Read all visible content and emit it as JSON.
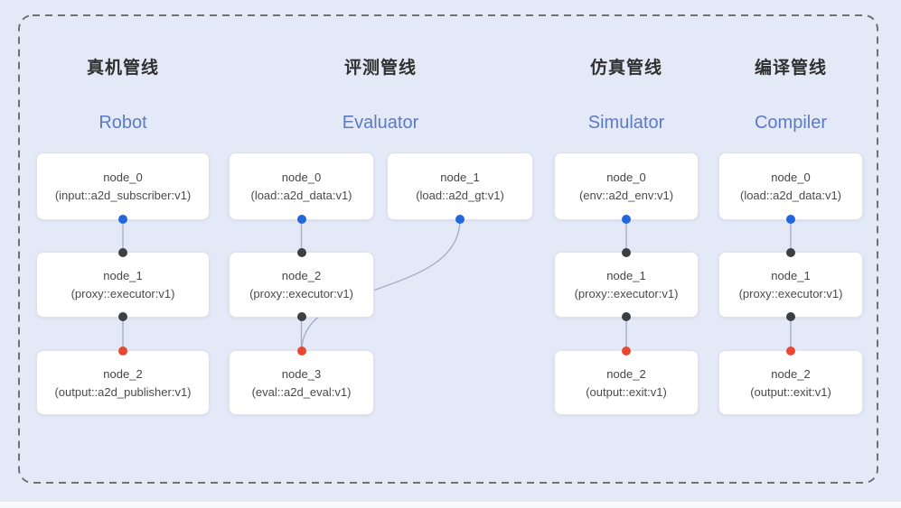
{
  "diagram": {
    "type": "pipeline-graph",
    "colors": {
      "background": "#e4e9f7",
      "frame_dash": "#717171",
      "node_fill": "#ffffff",
      "node_border": "#e1e2e8",
      "edge_line": "#9fadc4",
      "port_blue": "#2166dc",
      "port_dark": "#3d4043",
      "port_red": "#e8482f",
      "title_cn_color": "#303030",
      "title_en_color": "#5c7bc2"
    },
    "pipelines": [
      {
        "title_cn": "真机管线",
        "title_en": "Robot",
        "nodes": [
          {
            "name": "node_0",
            "type": "(input::a2d_subscriber:v1)"
          },
          {
            "name": "node_1",
            "type": "(proxy::executor:v1)"
          },
          {
            "name": "node_2",
            "type": "(output::a2d_publisher:v1)"
          }
        ]
      },
      {
        "title_cn": "评测管线",
        "title_en": "Evaluator",
        "nodes": [
          {
            "name": "node_0",
            "type": "(load::a2d_data:v1)"
          },
          {
            "name": "node_1",
            "type": "(load::a2d_gt:v1)"
          },
          {
            "name": "node_2",
            "type": "(proxy::executor:v1)"
          },
          {
            "name": "node_3",
            "type": "(eval::a2d_eval:v1)"
          }
        ]
      },
      {
        "title_cn": "仿真管线",
        "title_en": "Simulator",
        "nodes": [
          {
            "name": "node_0",
            "type": "(env::a2d_env:v1)"
          },
          {
            "name": "node_1",
            "type": "(proxy::executor:v1)"
          },
          {
            "name": "node_2",
            "type": "(output::exit:v1)"
          }
        ]
      },
      {
        "title_cn": "编译管线",
        "title_en": "Compiler",
        "nodes": [
          {
            "name": "node_0",
            "type": "(load::a2d_data:v1)"
          },
          {
            "name": "node_1",
            "type": "(proxy::executor:v1)"
          },
          {
            "name": "node_2",
            "type": "(output::exit:v1)"
          }
        ]
      }
    ]
  }
}
